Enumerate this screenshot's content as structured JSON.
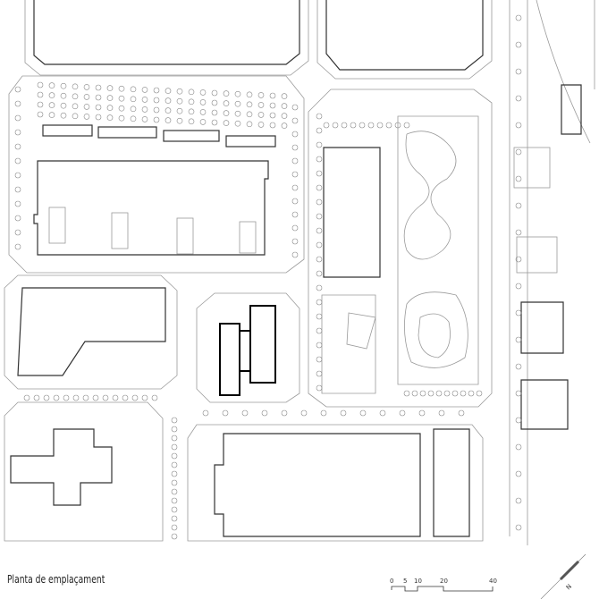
{
  "title": "Planta de emplaçament",
  "scale_bar": {
    "labels": [
      "0",
      "5",
      "10",
      "20",
      "40"
    ],
    "unit_values": [
      0,
      5,
      10,
      20,
      40
    ]
  },
  "north_label": "N",
  "colors": {
    "line": "#9a9a9a",
    "building": "#333333",
    "highlight": "#000000"
  }
}
